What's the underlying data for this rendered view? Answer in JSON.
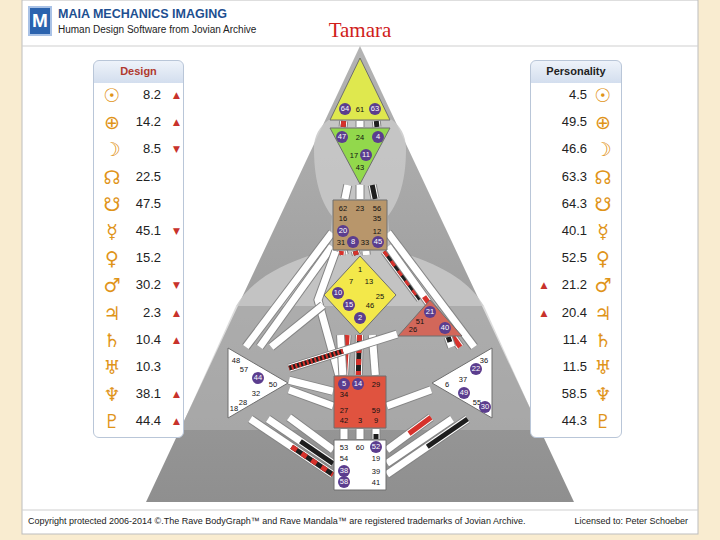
{
  "diagram": {
    "title": "Tamara",
    "nodes": [
      {
        "text": [
          "M"
        ]
      },
      {
        "text": [
          "Design",
          "☉",
          "8.2",
          "▲",
          "⊕",
          "14.2",
          "▲",
          "☽",
          "8.5",
          "▼",
          "☊",
          "22.5",
          "☋",
          "47.5",
          "☿",
          "45.1",
          "▼",
          "♀",
          "15.2",
          "♂",
          "30.2",
          "▼",
          "♃",
          "2.3",
          "▲",
          "♄",
          "10.4",
          "▲",
          "♅",
          "10.3",
          "♆",
          "38.1",
          "▲",
          "♇",
          "44.4",
          "▲"
        ]
      },
      {
        "text": [
          "Personality",
          "4.5",
          "☉",
          "49.5",
          "⊕",
          "46.6",
          "☽",
          "63.3",
          "☊",
          "64.3",
          "☋",
          "40.1",
          "☿",
          "52.5",
          "♀",
          "▲",
          "21.2",
          "♂",
          "▲",
          "20.4",
          "♃",
          "11.4",
          "♄",
          "11.5",
          "♅",
          "58.5",
          "♆",
          "44.3",
          "♇"
        ]
      },
      {
        "text": [
          "64",
          "61",
          "63"
        ]
      },
      {
        "text": [
          "47",
          "24",
          "4",
          "17",
          "11",
          "43"
        ]
      },
      {
        "text": [
          "62",
          "23",
          "56",
          "16",
          "35",
          "20",
          "12",
          "31",
          "8",
          "33",
          "45"
        ]
      },
      {
        "text": [
          "1",
          "7",
          "13",
          "10",
          "25",
          "15",
          "46",
          "2"
        ]
      },
      {
        "text": [
          "21",
          "51",
          "26",
          "40"
        ]
      },
      {
        "text": [
          "48",
          "57",
          "44",
          "50",
          "32",
          "28",
          "18"
        ]
      },
      {
        "text": [
          "36",
          "22",
          "37",
          "6",
          "49",
          "55",
          "30"
        ]
      },
      {
        "text": [
          "5",
          "14",
          "29",
          "34",
          "27",
          "59",
          "42",
          "3",
          "9"
        ]
      },
      {
        "text": [
          "53",
          "60",
          "52",
          "54",
          "19",
          "38",
          "39",
          "58",
          "41"
        ]
      }
    ],
    "edges": [
      {
        "from": 3,
        "to": 4,
        "arrow": "none"
      },
      {
        "from": 3,
        "to": 4,
        "arrow": "none"
      },
      {
        "from": 3,
        "to": 4,
        "arrow": "none"
      },
      {
        "from": 4,
        "to": 5,
        "arrow": "none"
      },
      {
        "from": 4,
        "to": 5,
        "arrow": "none"
      },
      {
        "from": 4,
        "to": 5,
        "arrow": "none"
      },
      {
        "from": 5,
        "to": 6,
        "arrow": "none"
      },
      {
        "from": 5,
        "to": 6,
        "arrow": "none"
      },
      {
        "from": 5,
        "to": 6,
        "arrow": "none"
      },
      {
        "from": 5,
        "to": 6,
        "arrow": "none"
      },
      {
        "from": 5,
        "to": 7,
        "arrow": "none"
      },
      {
        "from": 5,
        "to": 8,
        "arrow": "none"
      },
      {
        "from": 5,
        "to": 8,
        "arrow": "none"
      },
      {
        "from": 5,
        "to": 10,
        "arrow": "none"
      },
      {
        "from": 5,
        "to": 9,
        "arrow": "none"
      },
      {
        "from": 5,
        "to": 9,
        "arrow": "none"
      },
      {
        "from": 6,
        "to": 7,
        "arrow": "none"
      },
      {
        "from": 6,
        "to": 10,
        "arrow": "none"
      },
      {
        "from": 6,
        "to": 10,
        "arrow": "none"
      },
      {
        "from": 6,
        "to": 10,
        "arrow": "none"
      },
      {
        "from": 6,
        "to": 8,
        "arrow": "none"
      },
      {
        "from": 6,
        "to": 10,
        "arrow": "none"
      },
      {
        "from": 7,
        "to": 8,
        "arrow": "none"
      },
      {
        "from": 7,
        "to": 9,
        "arrow": "none"
      },
      {
        "from": 8,
        "to": 10,
        "arrow": "none"
      },
      {
        "from": 8,
        "to": 10,
        "arrow": "none"
      },
      {
        "from": 8,
        "to": 11,
        "arrow": "none"
      },
      {
        "from": 8,
        "to": 11,
        "arrow": "none"
      },
      {
        "from": 8,
        "to": 11,
        "arrow": "none"
      },
      {
        "from": 10,
        "to": 11,
        "arrow": "none"
      },
      {
        "from": 10,
        "to": 11,
        "arrow": "none"
      },
      {
        "from": 10,
        "to": 11,
        "arrow": "none"
      },
      {
        "from": 10,
        "to": 9,
        "arrow": "none"
      },
      {
        "from": 9,
        "to": 11,
        "arrow": "none"
      },
      {
        "from": 9,
        "to": 11,
        "arrow": "none"
      },
      {
        "from": 9,
        "to": 11,
        "arrow": "none"
      }
    ],
    "labels": [
      "MAIA MECHANICS IMAGING",
      "Human Design Software from Jovian Archive",
      "Copyright protected 2006-2014 ©.The Rave BodyGraph™ and Rave Mandala™ are registered trademarks of Jovian Archive.",
      "Licensed to: Peter Schoeber"
    ]
  }
}
